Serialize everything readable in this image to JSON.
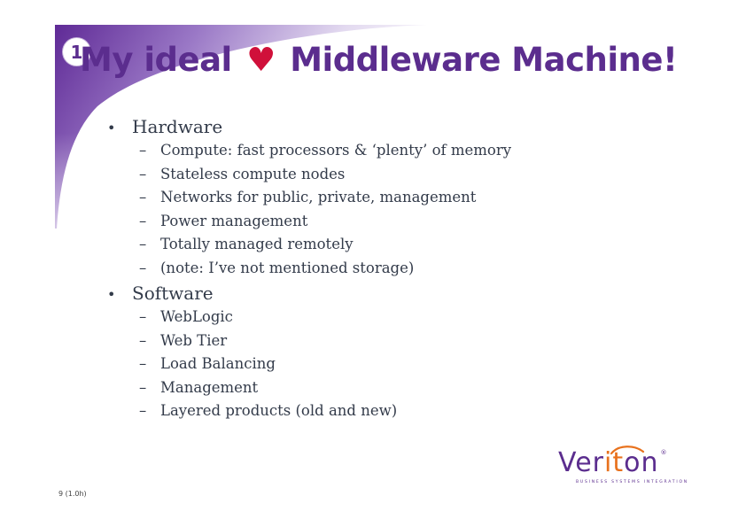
{
  "slide": {
    "badge": "1",
    "title_part1": "My ideal",
    "heart": "♥",
    "title_part2": "Middleware Machine!",
    "sections": [
      {
        "heading": "Hardware",
        "items": [
          "Compute: fast processors & ‘plenty’ of memory",
          "Stateless compute nodes",
          "Networks for public, private, management",
          "Power management",
          "Totally managed remotely",
          "(note: I’ve not mentioned storage)"
        ]
      },
      {
        "heading": "Software",
        "items": [
          "WebLogic",
          "Web Tier",
          "Load Balancing",
          "Management",
          "Layered products (old and new)"
        ]
      }
    ],
    "bullet_symbol": "•",
    "dash_symbol": "–",
    "footer": "9 (1.0h)"
  },
  "logo": {
    "word_start": "Ver",
    "word_mid": "it",
    "word_end": "on",
    "registered": "®",
    "tagline": "BUSINESS SYSTEMS INTEGRATION"
  },
  "colors": {
    "title": "#5b2d8e",
    "heart": "#d0103a",
    "text": "#333b4a",
    "logo_accent": "#e8721e"
  }
}
